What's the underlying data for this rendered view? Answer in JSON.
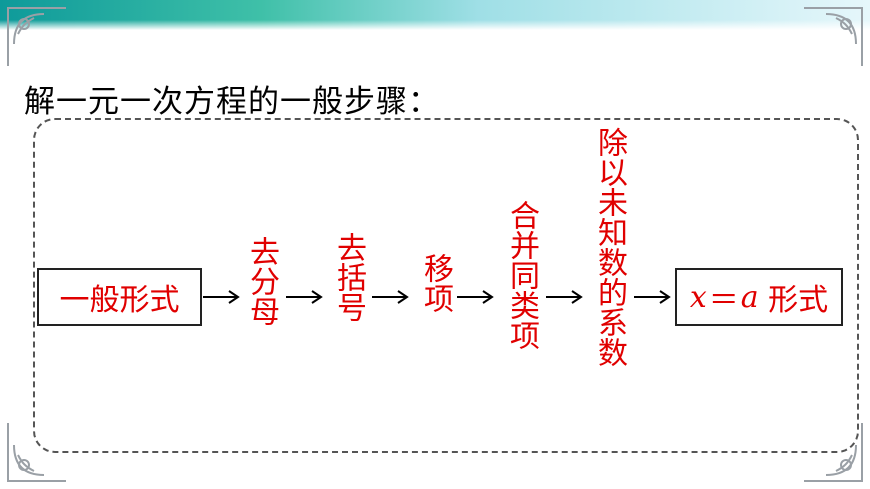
{
  "heading": "解一元一次方程的一般步骤：",
  "flow": {
    "start_label": "一般形式",
    "steps": [
      "去分母",
      "去括号",
      "移项",
      "合并同类项",
      "除以未知数的系数"
    ],
    "end_var": "x",
    "end_op": "＝",
    "end_val": "a",
    "end_suffix": " 形式"
  },
  "colors": {
    "accent": "#e00000",
    "banner": "#0e9a9a"
  },
  "decor": {
    "corner_ornament": "floral-corner-icon",
    "arrow": "right-arrow-icon"
  }
}
